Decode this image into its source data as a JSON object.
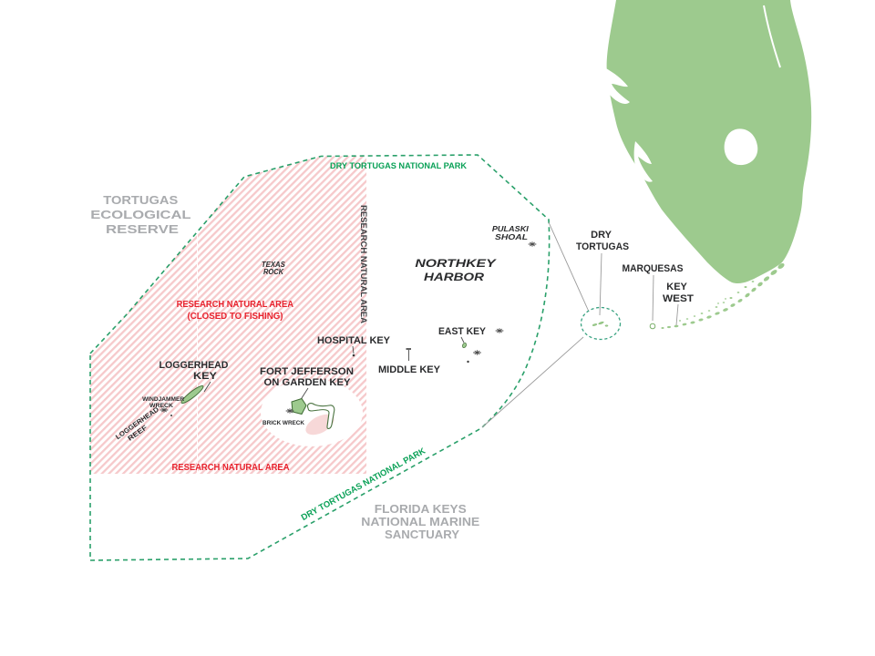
{
  "map": {
    "region_labels": {
      "park_top": "DRY TORTUGAS NATIONAL PARK",
      "park_bottom": "DRY TORTUGAS NATIONAL PARK",
      "tortugas_ecological_reserve": {
        "lines": [
          "TORTUGAS",
          "ECOLOGICAL",
          "RESERVE"
        ]
      },
      "florida_keys_sanctuary": {
        "lines": [
          "FLORIDA KEYS",
          "NATIONAL MARINE",
          "SANCTUARY"
        ]
      },
      "research_natural_area_center": {
        "lines": [
          "RESEARCH NATURAL AREA",
          "(CLOSED TO FISHING)"
        ]
      },
      "research_natural_area_east": "RESEARCH NATURAL AREA",
      "research_natural_area_south": "RESEARCH NATURAL AREA"
    },
    "place_labels": {
      "texas_rock": {
        "lines": [
          "TEXAS",
          "ROCK"
        ]
      },
      "pulaski_shoal": {
        "lines": [
          "PULASKI",
          "SHOAL"
        ]
      },
      "northkey_harbor": {
        "lines": [
          "NORTHKEY",
          "HARBOR"
        ]
      },
      "hospital_key": "HOSPITAL KEY",
      "middle_key": "MIDDLE KEY",
      "east_key": "EAST KEY",
      "loggerhead_key": {
        "lines": [
          "LOGGERHEAD",
          "KEY"
        ]
      },
      "loggerhead_reef": {
        "lines": [
          "LOGGERHEAD",
          "REEF"
        ]
      },
      "windjammer_wreck": {
        "lines": [
          "WINDJAMMER",
          "WRECK"
        ]
      },
      "fort_jefferson": {
        "lines": [
          "FORT JEFFERSON",
          "ON GARDEN KEY"
        ]
      },
      "brick_wreck": "BRICK WRECK",
      "dry_tortugas": {
        "lines": [
          "DRY",
          "TORTUGAS"
        ]
      },
      "marquesas": "MARQUESAS",
      "key_west": {
        "lines": [
          "KEY",
          "WEST"
        ]
      }
    },
    "icons": {
      "wreck_marker": "nautical-wreck-symbol",
      "islet_marker": "small-island-dot"
    },
    "colors": {
      "land_green": "#9dca8e",
      "island_outline": "#3f6b35",
      "boundary_dash_green": "#2aa06a",
      "locator_dash_teal": "#3aa382",
      "park_label_green": "#0aa157",
      "rna_hatch_pink": "#f6c9cb",
      "rna_label_red": "#e8232e",
      "gray_label": "#a9abae",
      "black_label": "#2a2b2d",
      "leader_gray": "#9b9b9b"
    }
  }
}
